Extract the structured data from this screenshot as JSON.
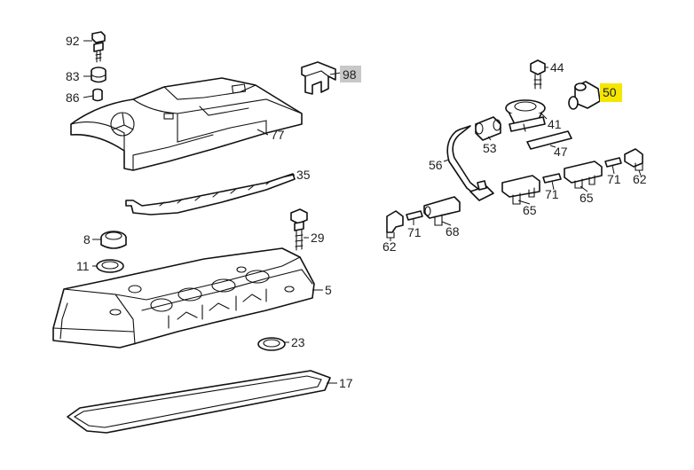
{
  "diagram": {
    "labels": [
      {
        "id": "92",
        "text": "92",
        "highlight": "none"
      },
      {
        "id": "83",
        "text": "83",
        "highlight": "none"
      },
      {
        "id": "86",
        "text": "86",
        "highlight": "none"
      },
      {
        "id": "98",
        "text": "98",
        "highlight": "gray"
      },
      {
        "id": "77",
        "text": "77",
        "highlight": "none"
      },
      {
        "id": "35",
        "text": "35",
        "highlight": "none"
      },
      {
        "id": "8",
        "text": "8",
        "highlight": "none"
      },
      {
        "id": "11",
        "text": "11",
        "highlight": "none"
      },
      {
        "id": "29",
        "text": "29",
        "highlight": "none"
      },
      {
        "id": "5",
        "text": "5",
        "highlight": "none"
      },
      {
        "id": "23",
        "text": "23",
        "highlight": "none"
      },
      {
        "id": "17",
        "text": "17",
        "highlight": "none"
      },
      {
        "id": "44",
        "text": "44",
        "highlight": "none"
      },
      {
        "id": "50",
        "text": "50",
        "highlight": "yellow"
      },
      {
        "id": "41",
        "text": "41",
        "highlight": "none"
      },
      {
        "id": "53",
        "text": "53",
        "highlight": "none"
      },
      {
        "id": "47",
        "text": "47",
        "highlight": "none"
      },
      {
        "id": "56",
        "text": "56",
        "highlight": "none"
      },
      {
        "id": "71a",
        "text": "71",
        "highlight": "none"
      },
      {
        "id": "71b",
        "text": "71",
        "highlight": "none"
      },
      {
        "id": "71c",
        "text": "71",
        "highlight": "none"
      },
      {
        "id": "62a",
        "text": "62",
        "highlight": "none"
      },
      {
        "id": "62b",
        "text": "62",
        "highlight": "none"
      },
      {
        "id": "65a",
        "text": "65",
        "highlight": "none"
      },
      {
        "id": "65b",
        "text": "65",
        "highlight": "none"
      },
      {
        "id": "68",
        "text": "68",
        "highlight": "none"
      }
    ]
  },
  "colors": {
    "highlight_yellow": "#f5e600",
    "highlight_gray": "#c8c8c8",
    "line": "#111111"
  }
}
